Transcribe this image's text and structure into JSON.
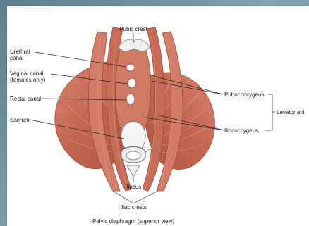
{
  "labels": {
    "pubic_crest": "Pubic crest",
    "urethral_canal_1": "Urethral",
    "urethral_canal_2": "canal",
    "vaginal_canal_1": "Vaginal canal",
    "vaginal_canal_2": "(females only)",
    "rectal_canal": "Rectal canal",
    "sacrum": "Sacrum",
    "pubococcygeus": "Pubococcygeus",
    "iliococcygeus": "Iliococcygeus",
    "levator_ani": "Levator ani",
    "iliacus": "Iliacus",
    "iliac_crests": "Iliac crests",
    "caption": "Pelvic diaphragm (superior view)"
  },
  "colors": {
    "muscle": "#c8705c",
    "muscle_dark": "#a4503f",
    "muscle_light": "#e59a84",
    "bone": "#eeeeec",
    "leader": "#222222"
  }
}
